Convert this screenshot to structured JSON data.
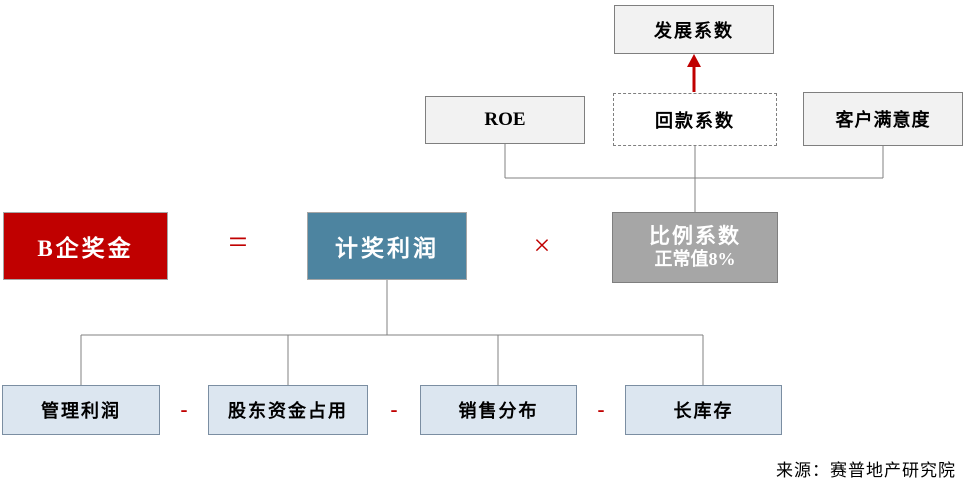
{
  "colors": {
    "accent_red": "#c00000",
    "profit_teal": "#4d84a0",
    "coefficient_gray": "#a6a6a6",
    "top_box_fill": "#f2f2f2",
    "deduction_fill": "#dce6f0",
    "connector_gray": "#808080"
  },
  "top_row": {
    "development_coefficient": "发展系数",
    "roe": "ROE",
    "collection_coefficient": "回款系数",
    "customer_satisfaction": "客户满意度"
  },
  "formula_row": {
    "bonus": "B企奖金",
    "equals_sign": "=",
    "award_profit": "计奖利润",
    "multiply_sign": "×",
    "ratio_coefficient": "比例系数",
    "ratio_normal_value": "正常值8%"
  },
  "deduction_row": {
    "items": [
      "管理利润",
      "股东资金占用",
      "销售分布",
      "长库存"
    ],
    "minus_sign": "-"
  },
  "source_note": "来源：赛普地产研究院"
}
